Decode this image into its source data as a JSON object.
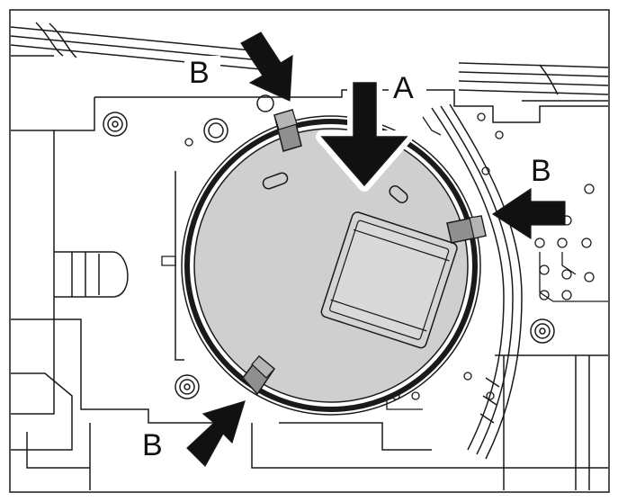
{
  "diagram": {
    "labels": {
      "a": "A",
      "b_top": "B",
      "b_right": "B",
      "b_bottom": "B"
    },
    "colors": {
      "line": "#1a1a1a",
      "battery_fill": "#cfcfcf",
      "clip_fill": "#8f8f8f",
      "arrow_fill": "#111111",
      "background": "#ffffff"
    }
  }
}
